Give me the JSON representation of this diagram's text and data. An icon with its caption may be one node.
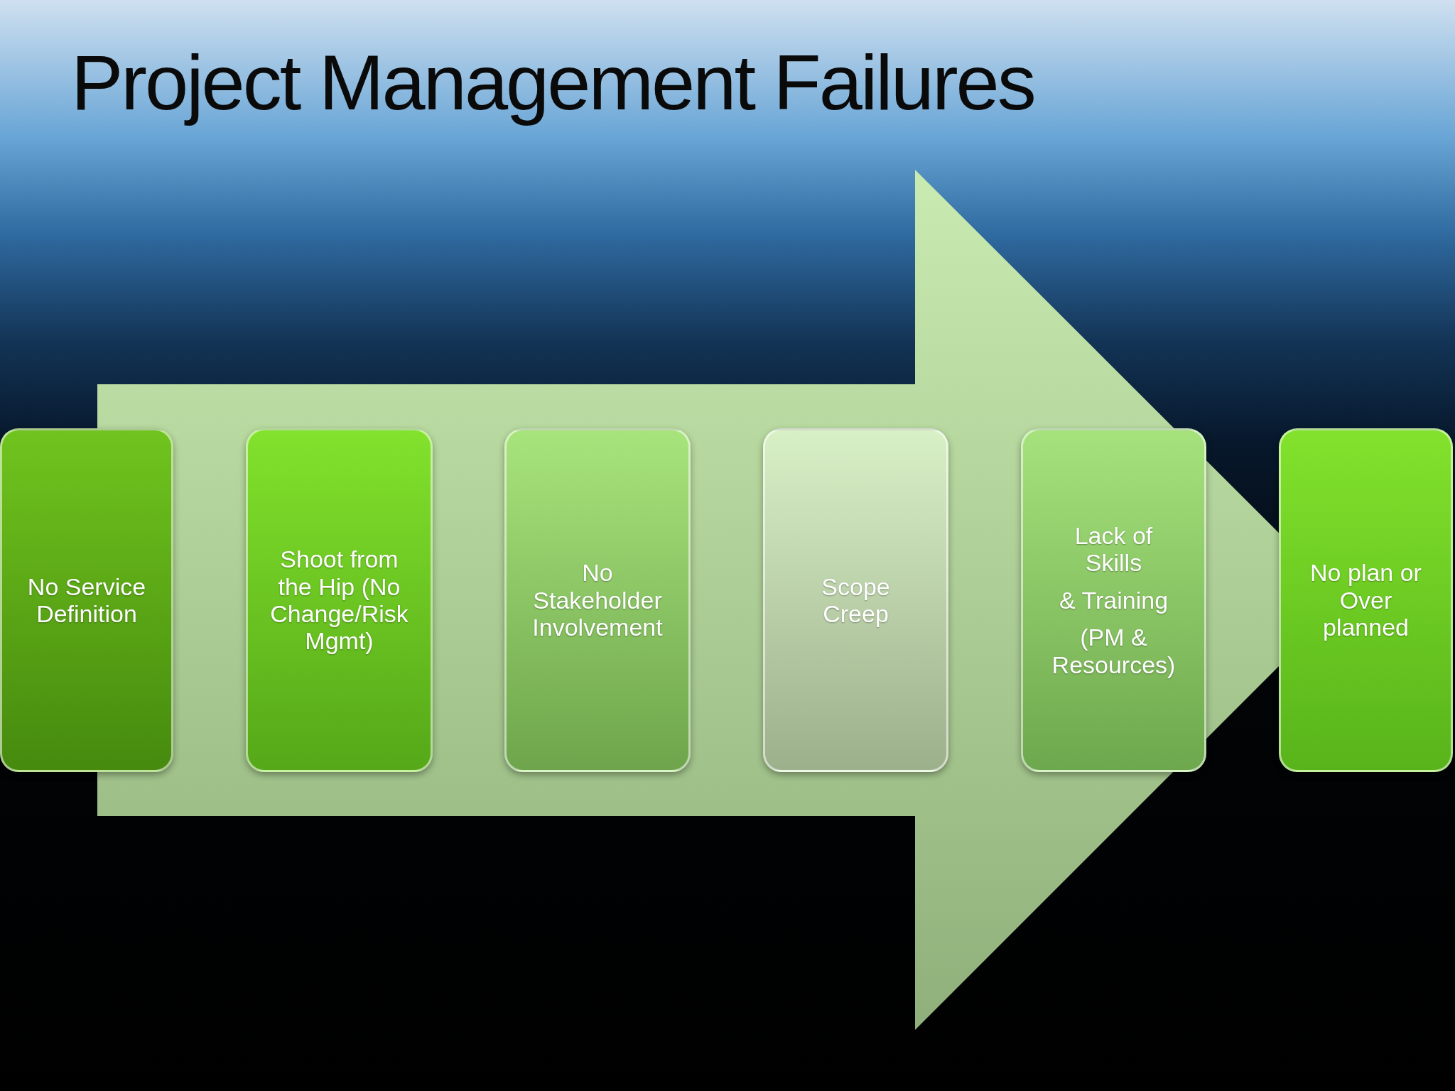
{
  "diagram": {
    "title": "Project Management Failures",
    "nodes": [
      {
        "text": [
          "No Service Definition"
        ]
      },
      {
        "text": [
          "Shoot from the Hip (No Change/Risk Mgmt)"
        ]
      },
      {
        "text": [
          "No Stakeholder Involvement"
        ]
      },
      {
        "text": [
          "Scope Creep"
        ]
      },
      {
        "text": [
          "Lack of Skills",
          "& Training",
          "(PM & Resources)"
        ]
      },
      {
        "text": [
          "No plan or Over planned"
        ]
      }
    ],
    "edges": [
      {
        "from": 0,
        "to": 5,
        "arrow": "to",
        "style": "thick"
      }
    ]
  }
}
